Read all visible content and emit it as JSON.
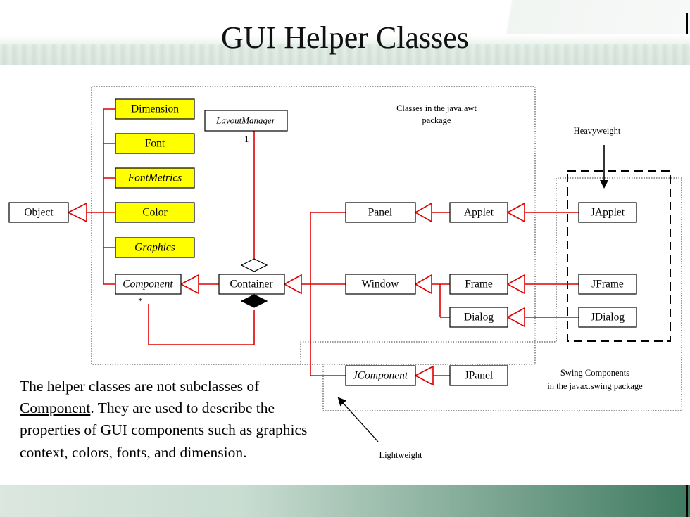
{
  "slide": {
    "title": "GUI Helper Classes"
  },
  "diagram": {
    "package_awt_label": [
      "Classes in the java.awt",
      "package"
    ],
    "package_swing_label": [
      "Swing Components",
      "in the javax.swing package"
    ],
    "heavyweight_label": "Heavyweight",
    "lightweight_label": "Lightweight",
    "multiplicity_one": "1",
    "multiplicity_many": "*",
    "nodes": {
      "object": "Object",
      "dimension": "Dimension",
      "font": "Font",
      "fontmetrics": "FontMetrics",
      "color": "Color",
      "graphics": "Graphics",
      "component": "Component",
      "layoutmanager": "LayoutManager",
      "container": "Container",
      "panel": "Panel",
      "applet": "Applet",
      "window": "Window",
      "frame": "Frame",
      "dialog": "Dialog",
      "japplet": "JApplet",
      "jframe": "JFrame",
      "jdialog": "JDialog",
      "jcomponent": "JComponent",
      "jpanel": "JPanel"
    },
    "colors": {
      "helper_fill": "#ffff00",
      "link": "#e00000"
    }
  },
  "caption": {
    "before": "The helper classes are not subclasses of ",
    "underlined": "Component",
    "after": ". They are used to describe the properties of GUI components such as graphics context, colors, fonts, and dimension."
  }
}
